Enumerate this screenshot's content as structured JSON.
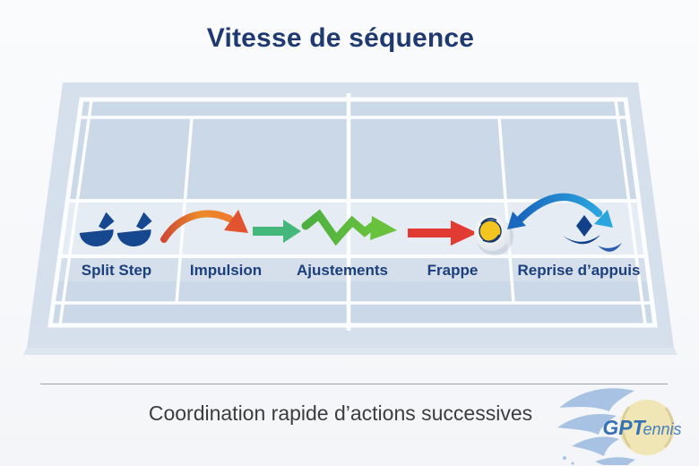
{
  "title": "Vitesse de séquence",
  "caption": "Coordination rapide d’actions successives",
  "steps": [
    {
      "id": "split-step",
      "label": "Split Step"
    },
    {
      "id": "impulsion",
      "label": "Impulsion"
    },
    {
      "id": "ajustements",
      "label": "Ajustements"
    },
    {
      "id": "frappe",
      "label": "Frappe"
    },
    {
      "id": "reprise",
      "label": "Reprise d’appuis"
    }
  ],
  "logo": {
    "bold": "GPT",
    "rest": "ennis"
  },
  "colors": {
    "title_navy": "#1e3a70",
    "label_navy": "#1c3f7d",
    "court_fill": "#cbd8e7",
    "court_outer": "#d6e0ec",
    "court_line": "#fcfdfe",
    "icon_navy": "#16488f",
    "impulsion_orange_start": "#cf4b33",
    "impulsion_orange_end": "#f19a2c",
    "arrow_green": "#44b77b",
    "zigzag_green": "#68c23d",
    "strike_red": "#e23b33",
    "ball_yellow": "#f4c51e",
    "rebound_blue_dark": "#1a68bd",
    "rebound_blue_light": "#2aa5de",
    "caption_gray": "#3d3d3f"
  }
}
